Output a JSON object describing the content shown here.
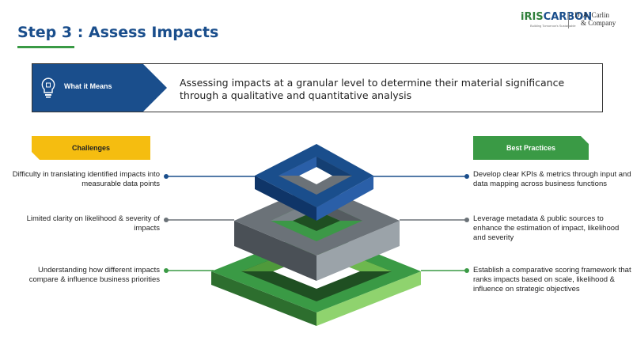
{
  "header": {
    "title": "Step 3 : Assess Impacts",
    "logo_iris_prefix": "iRIS",
    "logo_iris_suffix": "CARBON",
    "logo_iris_tagline": "Building Tomorrow's Sustainable",
    "logo_dac_line1": "D. A. Carlin",
    "logo_dac_line2": "& Company"
  },
  "banner": {
    "label": "What it Means",
    "icon": "lightbulb-icon",
    "text": "Assessing impacts at a granular level to determine their material significance through a qualitative and quantitative analysis"
  },
  "challenges": {
    "label": "Challenges",
    "items": [
      "Difficulty in translating identified impacts into measurable data points",
      "Limited clarity on likelihood & severity of impacts",
      "Understanding how different impacts compare & influence business priorities"
    ]
  },
  "best_practices": {
    "label": "Best Practices",
    "items": [
      "Develop clear KPIs & metrics through input and data mapping across business functions",
      "Leverage metadata & public sources to enhance the estimation of impact, likelihood and severity",
      "Establish a comparative scoring framework that ranks impacts based on  scale, likelihood & influence on strategic objectives"
    ]
  },
  "colors": {
    "blue": "#1a4e8c",
    "gray": "#6b7278",
    "green": "#3a9a45",
    "yellow": "#f5bd10"
  }
}
